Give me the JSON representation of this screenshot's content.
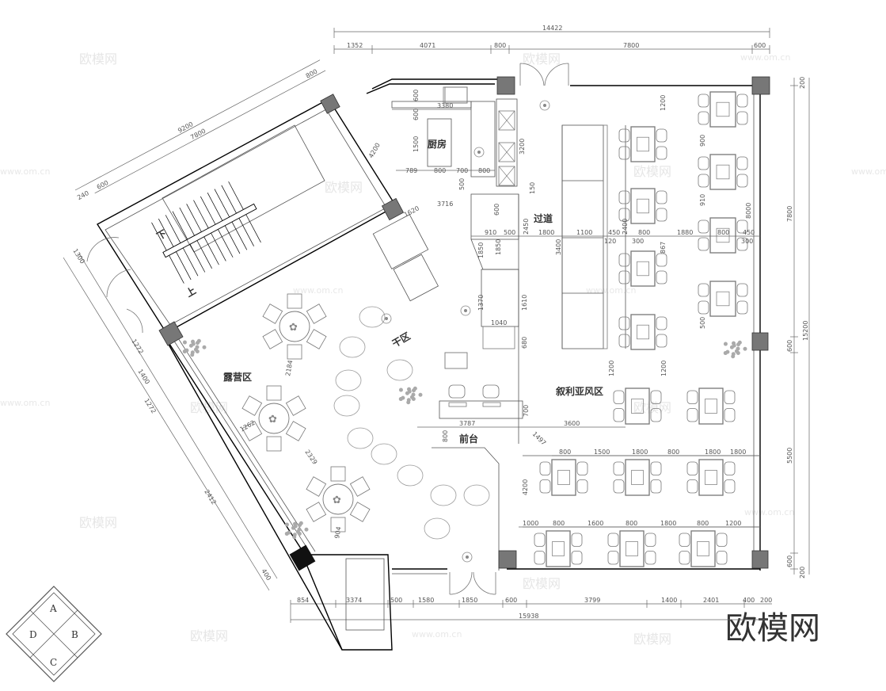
{
  "rooms": {
    "kitchen": "厨房",
    "corridor": "过道",
    "dry_zone": "干区",
    "camping_zone": "露营区",
    "syria_zone": "叙利亚风区",
    "reception": "前台",
    "stair_up": "上",
    "stair_down": "下"
  },
  "dimensions": {
    "top_total": "14422",
    "top": [
      "1352",
      "4071",
      "800",
      "7800",
      "600"
    ],
    "bottom": [
      "854",
      "3374",
      "500",
      "1580",
      "1850",
      "600",
      "3799",
      "1400",
      "2401",
      "400",
      "200"
    ],
    "bottom_total": "15938",
    "right": [
      "200",
      "7800",
      "600",
      "5500",
      "600",
      "200"
    ],
    "right_total": "15200",
    "stair": [
      "9200",
      "7800",
      "800",
      "240",
      "600"
    ],
    "left": [
      "1272",
      "2412",
      "1272",
      "400",
      "1300",
      "1400"
    ],
    "kitchen": [
      "3380",
      "600",
      "600",
      "1500",
      "4200",
      "789",
      "800",
      "700",
      "800",
      "500",
      "3200",
      "150",
      "600",
      "1620",
      "3716"
    ],
    "corridor": [
      "910",
      "500",
      "1850",
      "2450",
      "1800",
      "3400",
      "1100",
      "450",
      "120",
      "2400",
      "300",
      "800",
      "867",
      "1880",
      "800",
      "450",
      "300",
      "1200",
      "900",
      "910",
      "500",
      "8000",
      "1850",
      "1370",
      "1610",
      "1040",
      "680"
    ],
    "syria": [
      "1200",
      "1200",
      "3787",
      "700",
      "800",
      "3600",
      "1497",
      "800",
      "1500",
      "1800",
      "800",
      "1800",
      "1800",
      "4200",
      "1000",
      "800",
      "1600",
      "800",
      "1800",
      "800",
      "1200",
      "2184",
      "1262",
      "2329",
      "904"
    ]
  },
  "compass": [
    "A",
    "B",
    "C",
    "D"
  ],
  "watermark": {
    "logo": "欧模网",
    "url": "www.om.cn"
  },
  "colors": {
    "wall": "#000000",
    "pillar": "#777777",
    "furniture": "#777777",
    "dimension": "#666666"
  }
}
